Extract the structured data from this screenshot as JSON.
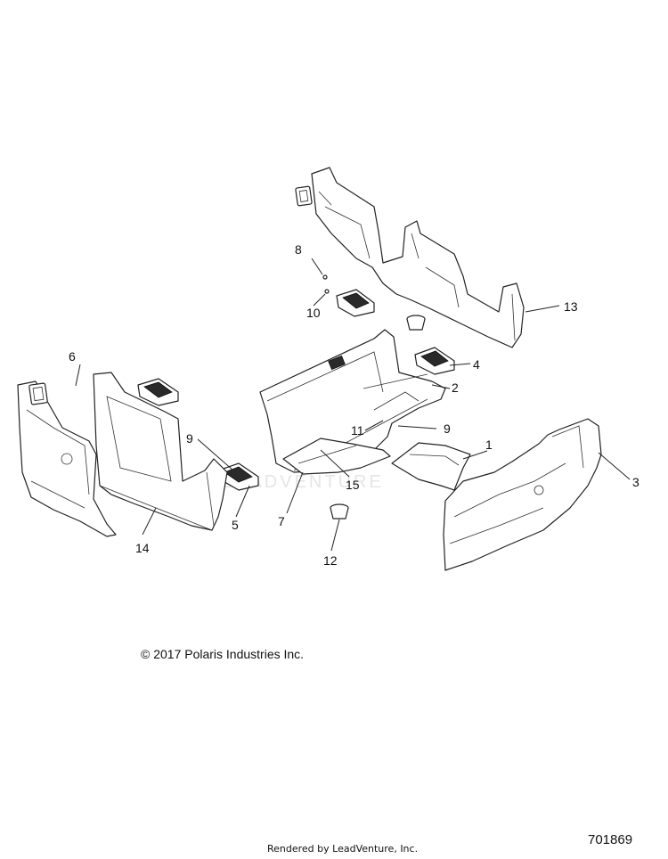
{
  "callouts": {
    "c1": "1",
    "c2": "2",
    "c3": "3",
    "c4": "4",
    "c5": "5",
    "c6": "6",
    "c7": "7",
    "c8": "8",
    "c9a": "9",
    "c9b": "9",
    "c10": "10",
    "c11": "11",
    "c12": "12",
    "c13": "13",
    "c14": "14",
    "c15": "15"
  },
  "copyright": "© 2017 Polaris Industries Inc.",
  "figure_number": "701869",
  "rendered_by": "Rendered by LeadVenture, Inc.",
  "watermark": "LEADVENTURE"
}
